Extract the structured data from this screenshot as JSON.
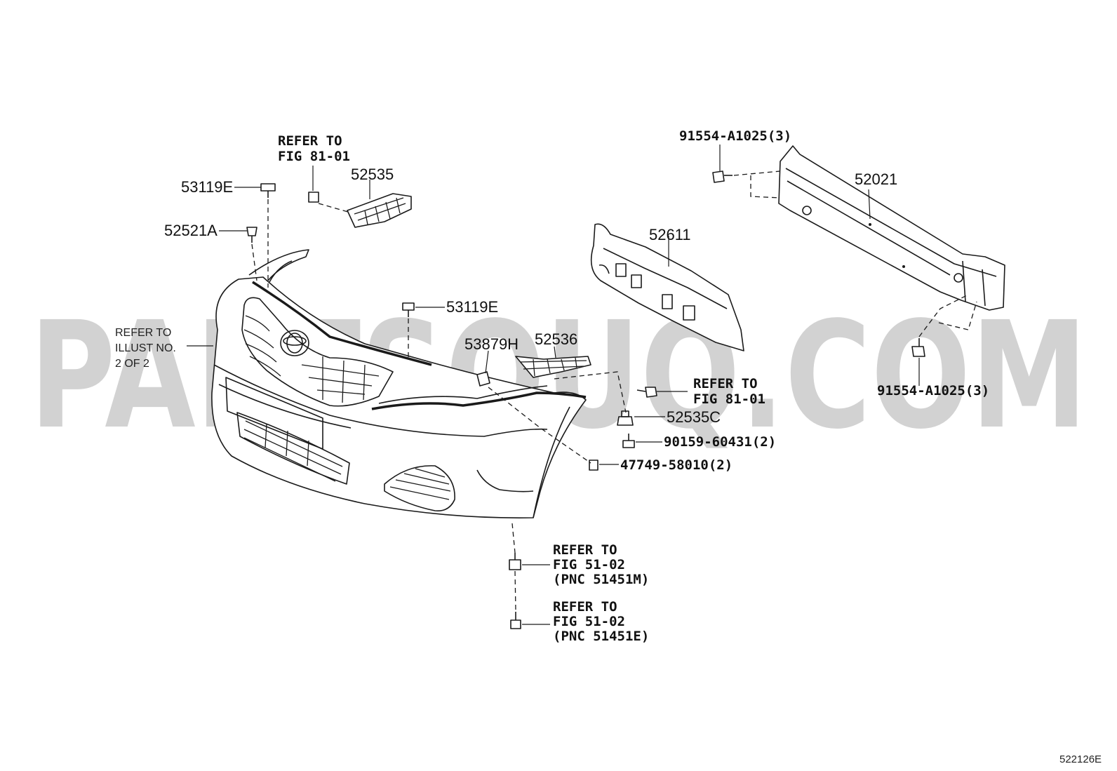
{
  "watermark": "PARTSOUQ.COM",
  "diagram_code": "522126E",
  "callouts": {
    "p_53119e_top": "53119E",
    "p_52521a": "52521A",
    "p_52535": "52535",
    "p_53119e_mid": "53119E",
    "p_53879h": "53879H",
    "p_52536": "52536",
    "p_52535c": "52535C",
    "p_90159": "90159-60431(2)",
    "p_47749": "47749-58010(2)",
    "p_52611": "52611",
    "p_52021": "52021",
    "p_91554_top": "91554-A1025(3)",
    "p_91554_bottom": "91554-A1025(3)"
  },
  "references": {
    "fig8101_top": [
      "REFER TO",
      "FIG 81-01"
    ],
    "fig8101_right": [
      "REFER TO",
      "FIG 81-01"
    ],
    "illust": [
      "REFER TO",
      "ILLUST NO.",
      "2 OF 2"
    ],
    "fig5102_m": [
      "REFER TO",
      "FIG 51-02",
      "(PNC 51451M)"
    ],
    "fig5102_e": [
      "REFER TO",
      "FIG 51-02",
      "(PNC 51451E)"
    ]
  },
  "colors": {
    "line": "#1a1a1a",
    "watermark": "#d2d2d2",
    "background": "#ffffff"
  }
}
